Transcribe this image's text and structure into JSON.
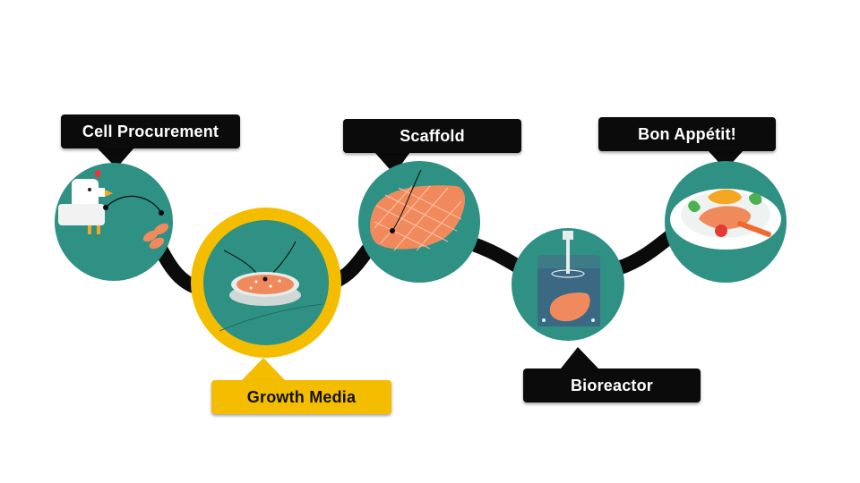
{
  "steps": {
    "cell_procurement": "Cell Procurement",
    "growth_media": "Growth Media",
    "scaffold": "Scaffold",
    "bioreactor": "Bioreactor",
    "bon_appetit": "Bon Appétit!"
  },
  "colors": {
    "teal": "#2e9183",
    "highlight": "#f5bd00",
    "connector": "#0b0b0b",
    "salmon": "#f08a5d"
  },
  "highlighted_step": "growth_media"
}
